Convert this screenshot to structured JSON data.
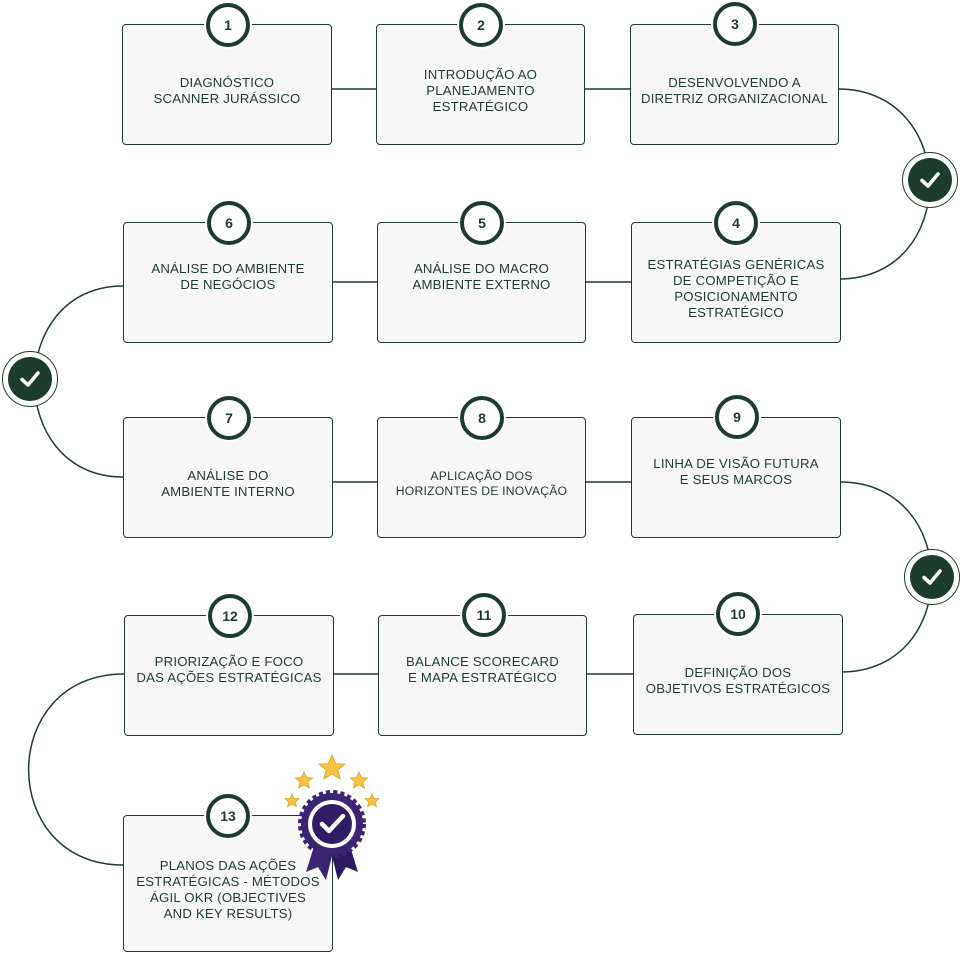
{
  "steps": [
    {
      "number": "1",
      "title": "DIAGNÓSTICO\nSCANNER JURÁSSICO"
    },
    {
      "number": "2",
      "title": "INTRODUÇÃO AO\nPLANEJAMENTO\nESTRATÉGICO"
    },
    {
      "number": "3",
      "title": "DESENVOLVENDO A\nDIRETRIZ ORGANIZACIONAL"
    },
    {
      "number": "4",
      "title": "ESTRATÉGIAS GENÉRICAS\nDE COMPETIÇÃO E\nPOSICIONAMENTO\nESTRATÉGICO"
    },
    {
      "number": "5",
      "title": "ANÁLISE DO MACRO\nAMBIENTE EXTERNO"
    },
    {
      "number": "6",
      "title": "ANÁLISE DO AMBIENTE\nDE NEGÓCIOS"
    },
    {
      "number": "7",
      "title": "ANÁLISE DO\nAMBIENTE INTERNO"
    },
    {
      "number": "8",
      "title": "APLICAÇÃO DOS\nHORIZONTES DE INOVAÇÃO"
    },
    {
      "number": "9",
      "title": "LINHA DE VISÃO FUTURA\nE SEUS MARCOS"
    },
    {
      "number": "10",
      "title": "DEFINIÇÃO DOS\nOBJETIVOS ESTRATÉGICOS"
    },
    {
      "number": "11",
      "title": "BALANCE SCORECARD\nE MAPA ESTRATÉGICO"
    },
    {
      "number": "12",
      "title": "PRIORIZAÇÃO E FOCO\nDAS AÇÕES ESTRATÉGICAS"
    },
    {
      "number": "13",
      "title": "PLANOS DAS AÇÕES\nESTRATÉGICAS - MÉTODOS\nÁGIL OKR (OBJECTIVES\nAND KEY RESULTS)"
    }
  ],
  "colors": {
    "primary": "#1f3a2e",
    "card_bg": "#f8f8f8",
    "ribbon": "#3b2473",
    "star": "#f5c242"
  },
  "icons": {
    "row_checkpoint": "check-circle-icon",
    "completion": "award-ribbon-icon"
  }
}
